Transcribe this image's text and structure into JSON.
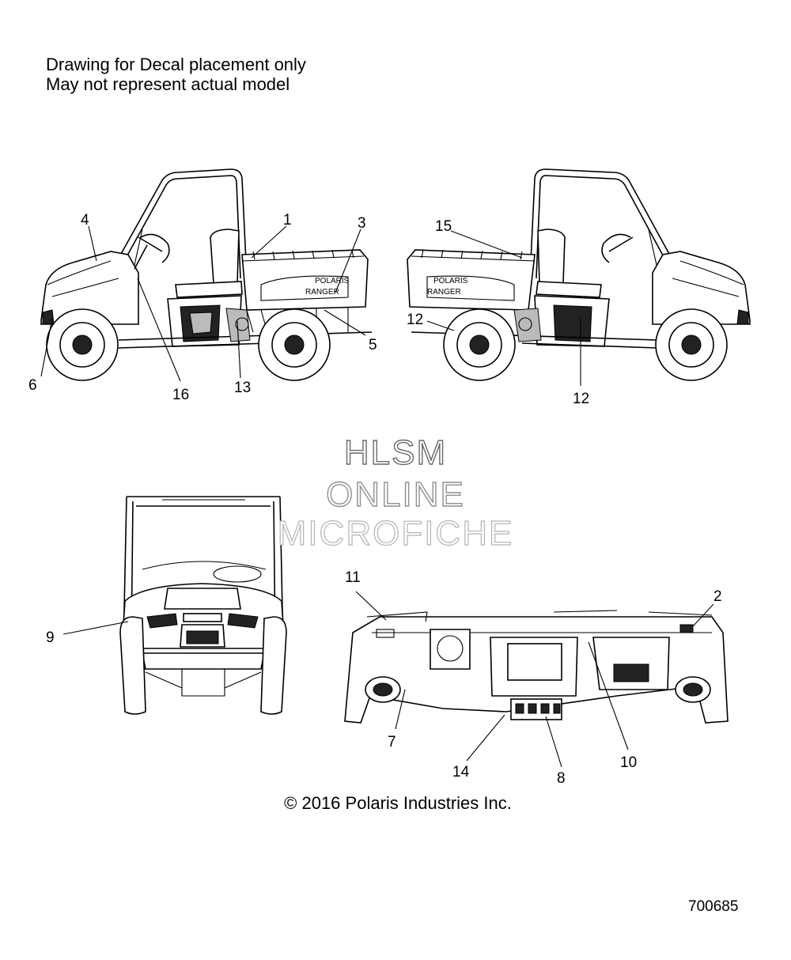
{
  "header": {
    "line1": "Drawing for Decal placement only",
    "line2": "May not represent actual model"
  },
  "watermark": {
    "line1": "HLSM",
    "line2": "ONLINE",
    "line3": "MICROFICHE"
  },
  "vehicle_text": {
    "polaris": "POLARIS",
    "ranger": "RANGER"
  },
  "callouts": {
    "c1": "1",
    "c2": "2",
    "c3": "3",
    "c4": "4",
    "c5": "5",
    "c6": "6",
    "c7": "7",
    "c8": "8",
    "c9": "9",
    "c10": "10",
    "c11": "11",
    "c12a": "12",
    "c12b": "12",
    "c13": "13",
    "c14": "14",
    "c15": "15",
    "c16": "16"
  },
  "footer": {
    "copyright": "© 2016 Polaris Industries Inc.",
    "figure_number": "700685"
  }
}
